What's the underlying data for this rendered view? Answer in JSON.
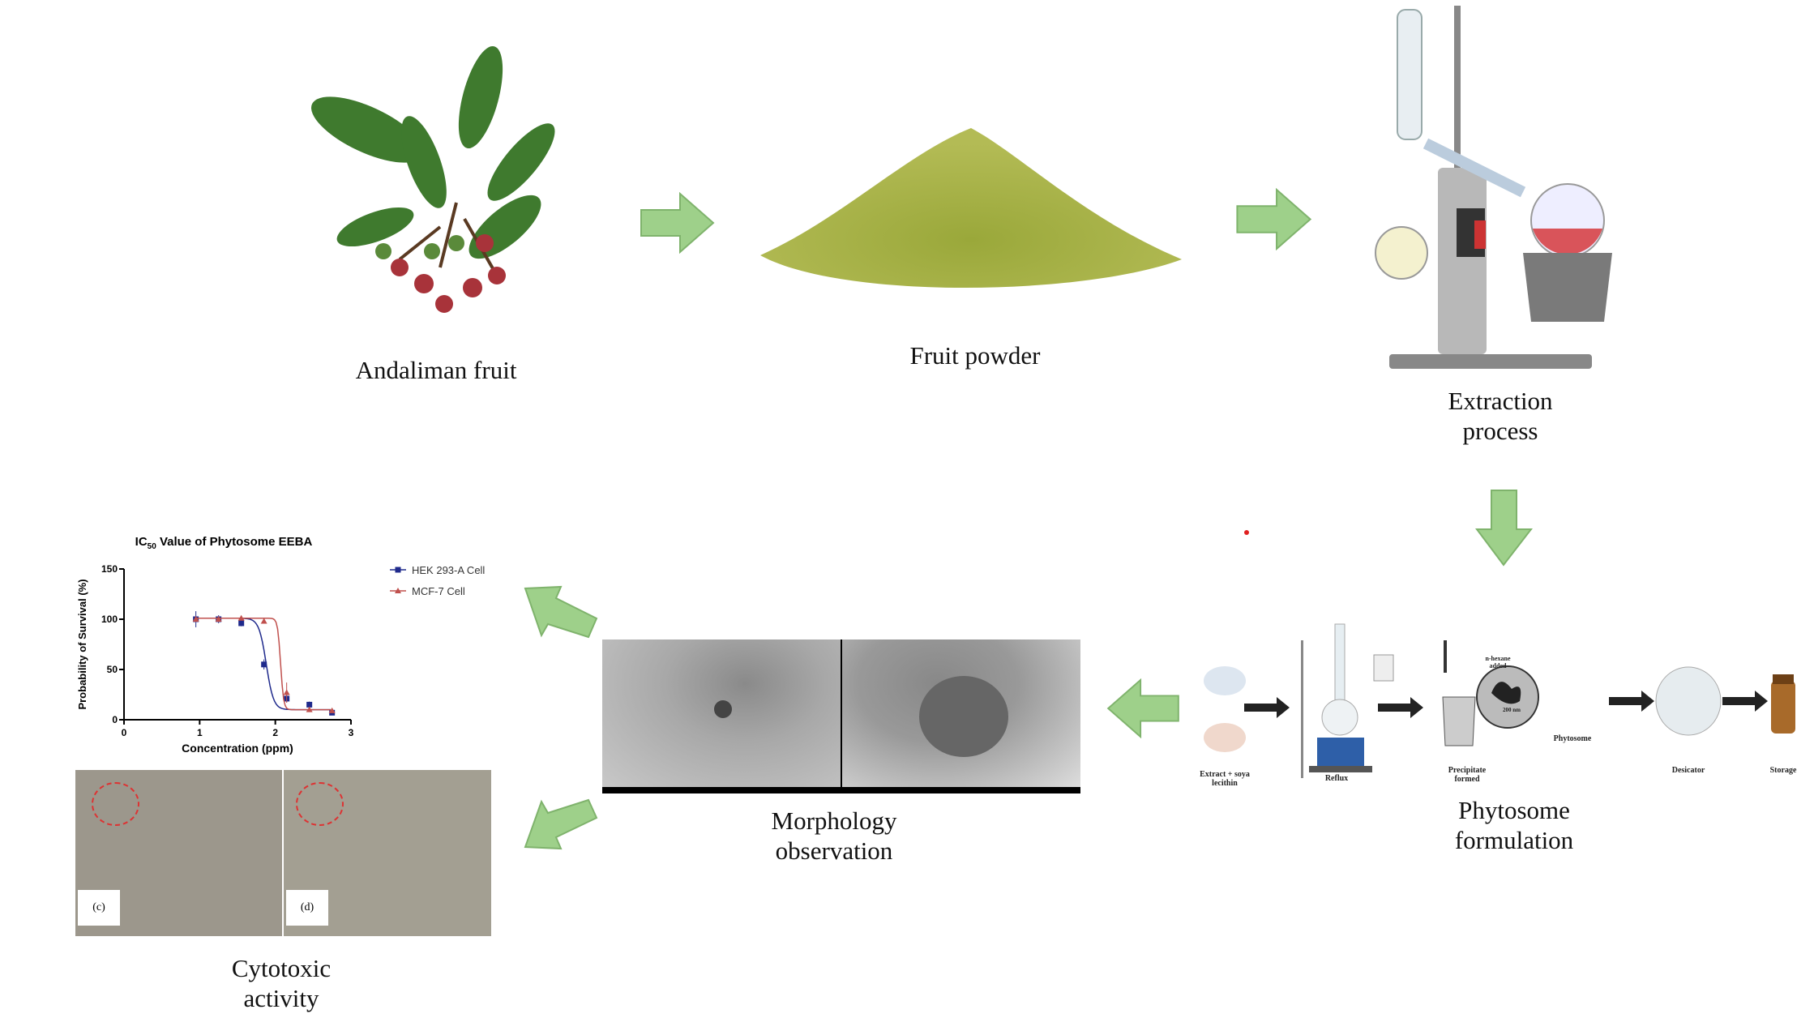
{
  "steps": {
    "fruit": "Andaliman fruit",
    "powder": "Fruit powder",
    "extraction": [
      "Extraction",
      "process"
    ],
    "phytosome": [
      "Phytosome",
      "formulation"
    ],
    "morphology": [
      "Morphology",
      "observation"
    ],
    "cytotoxic": [
      "Cytotoxic",
      "activity"
    ]
  },
  "formulation_scheme": {
    "extract_label": [
      "Extract + soya",
      "lecithin"
    ],
    "reflux": "Reflux",
    "hexane": [
      "n-hexane",
      "added"
    ],
    "precipitate": [
      "Precipitate",
      "formed"
    ],
    "phytosome": "Phytosome",
    "scale": "200 nm",
    "desicator": "Desicator",
    "storage": "Storage"
  },
  "micrograph_panels": [
    "(c)",
    "(d)"
  ],
  "colors": {
    "arrow_green": "#8cc97a",
    "hek": "#1f2a8c",
    "mcf": "#c0504d"
  },
  "chart_data": {
    "type": "line",
    "title": "IC50 Value of Phytosome EEBA",
    "title_main": "IC",
    "title_sub": "50",
    "title_rest": " Value of Phytosome EEBA",
    "xlabel": "Concentration (ppm)",
    "ylabel": "Probability of Survival (%)",
    "xlim": [
      0,
      3
    ],
    "ylim": [
      0,
      150
    ],
    "xticks": [
      0,
      1,
      2,
      3
    ],
    "yticks": [
      0,
      50,
      100,
      150
    ],
    "legend_position": "top-right",
    "x": [
      0.95,
      1.25,
      1.55,
      1.85,
      2.15,
      2.45,
      2.75
    ],
    "series": [
      {
        "name": "HEK 293-A Cell",
        "values": [
          100,
          100,
          96,
          55,
          21,
          15,
          7
        ],
        "errors": [
          8,
          4,
          3,
          5,
          4,
          3,
          2
        ]
      },
      {
        "name": "MCF-7 Cell",
        "values": [
          100,
          100,
          101,
          98,
          27,
          10,
          9
        ],
        "errors": [
          3,
          3,
          2,
          2,
          10,
          2,
          2
        ]
      }
    ]
  }
}
